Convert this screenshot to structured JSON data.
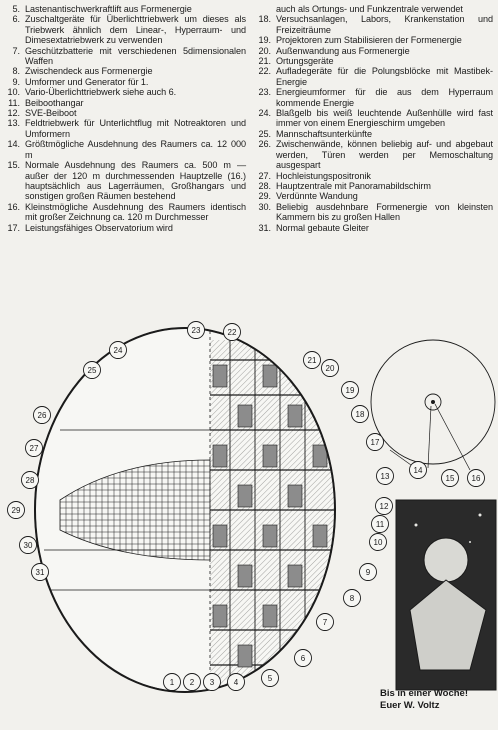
{
  "legend_left": [
    {
      "n": "5.",
      "t": "Lastenantischwerkraftlift aus Formenergie"
    },
    {
      "n": "6.",
      "t": "Zuschaltgeräte für Überlichttriebwerk um dieses als Triebwerk ähnlich dem Linear-, Hyperraum- und Dimesextatriebwerk zu verwenden"
    },
    {
      "n": "7.",
      "t": "Geschützbatterie mit verschiedenen 5dimensionalen Waffen"
    },
    {
      "n": "8.",
      "t": "Zwischendeck aus Formenergie"
    },
    {
      "n": "9.",
      "t": "Umformer und Generator für 1."
    },
    {
      "n": "10.",
      "t": "Vario-Überlichttriebwerk siehe auch 6."
    },
    {
      "n": "11.",
      "t": "Beiboothangar"
    },
    {
      "n": "12.",
      "t": "SVE-Beiboot"
    },
    {
      "n": "13.",
      "t": "Feldtriebwerk für Unterlichtflug mit Notreaktoren und Umformern"
    },
    {
      "n": "14.",
      "t": "Größtmögliche Ausdehnung des Raumers ca. 12 000 m"
    },
    {
      "n": "15.",
      "t": "Normale Ausdehnung des Raumers ca. 500 m — außer der 120 m durchmessenden Hauptzelle (16.) hauptsächlich aus Lagerräumen, Großhangars und sonstigen großen Räumen bestehend"
    },
    {
      "n": "16.",
      "t": "Kleinstmögliche Ausdehnung des Raumers identisch mit großer Zeichnung ca. 120 m Durchmesser"
    },
    {
      "n": "17.",
      "t": "Leistungsfähiges Observatorium wird"
    }
  ],
  "legend_right": [
    {
      "n": "",
      "t": "auch als Ortungs- und Funkzentrale verwendet"
    },
    {
      "n": "18.",
      "t": "Versuchsanlagen, Labors, Krankenstation und Freizeiträume"
    },
    {
      "n": "19.",
      "t": "Projektoren zum Stabilisieren der Formenergie"
    },
    {
      "n": "20.",
      "t": "Außenwandung aus Formenergie"
    },
    {
      "n": "21.",
      "t": "Ortungsgeräte"
    },
    {
      "n": "22.",
      "t": "Aufladegeräte für die Polungsblöcke mit Mastibek-Energie"
    },
    {
      "n": "23.",
      "t": "Energieumformer für die aus dem Hyperraum kommende Energie"
    },
    {
      "n": "24.",
      "t": "Blaßgelb bis weiß leuchtende Außenhülle wird fast immer von einem Energieschirm umgeben"
    },
    {
      "n": "25.",
      "t": "Mannschaftsunterkünfte"
    },
    {
      "n": "26.",
      "t": "Zwischenwände, können beliebig auf- und abgebaut werden, Türen werden per Memoschaltung ausgespart"
    },
    {
      "n": "27.",
      "t": "Hochleistungspositronik"
    },
    {
      "n": "28.",
      "t": "Hauptzentrale mit Panoramabildschirm"
    },
    {
      "n": "29.",
      "t": "Verdünnte Wandung"
    },
    {
      "n": "30.",
      "t": "Beliebig ausdehnbare Formenergie von kleinsten Kammern bis zu großen Hallen"
    },
    {
      "n": "31.",
      "t": "Normal gebaute Gleiter"
    }
  ],
  "callouts": [
    "1",
    "2",
    "3",
    "4",
    "5",
    "6",
    "7",
    "8",
    "9",
    "10",
    "11",
    "12",
    "13",
    "14",
    "15",
    "16",
    "17",
    "18",
    "19",
    "20",
    "21",
    "22",
    "23",
    "24",
    "25",
    "26",
    "27",
    "28",
    "29",
    "30",
    "31"
  ],
  "signoff": {
    "line1": "Bis in einer Woche!",
    "line2": "Euer W. Voltz"
  },
  "colors": {
    "ink": "#1b1b1b",
    "paper": "#f2f1ed",
    "shade": "#8c8c8c"
  }
}
